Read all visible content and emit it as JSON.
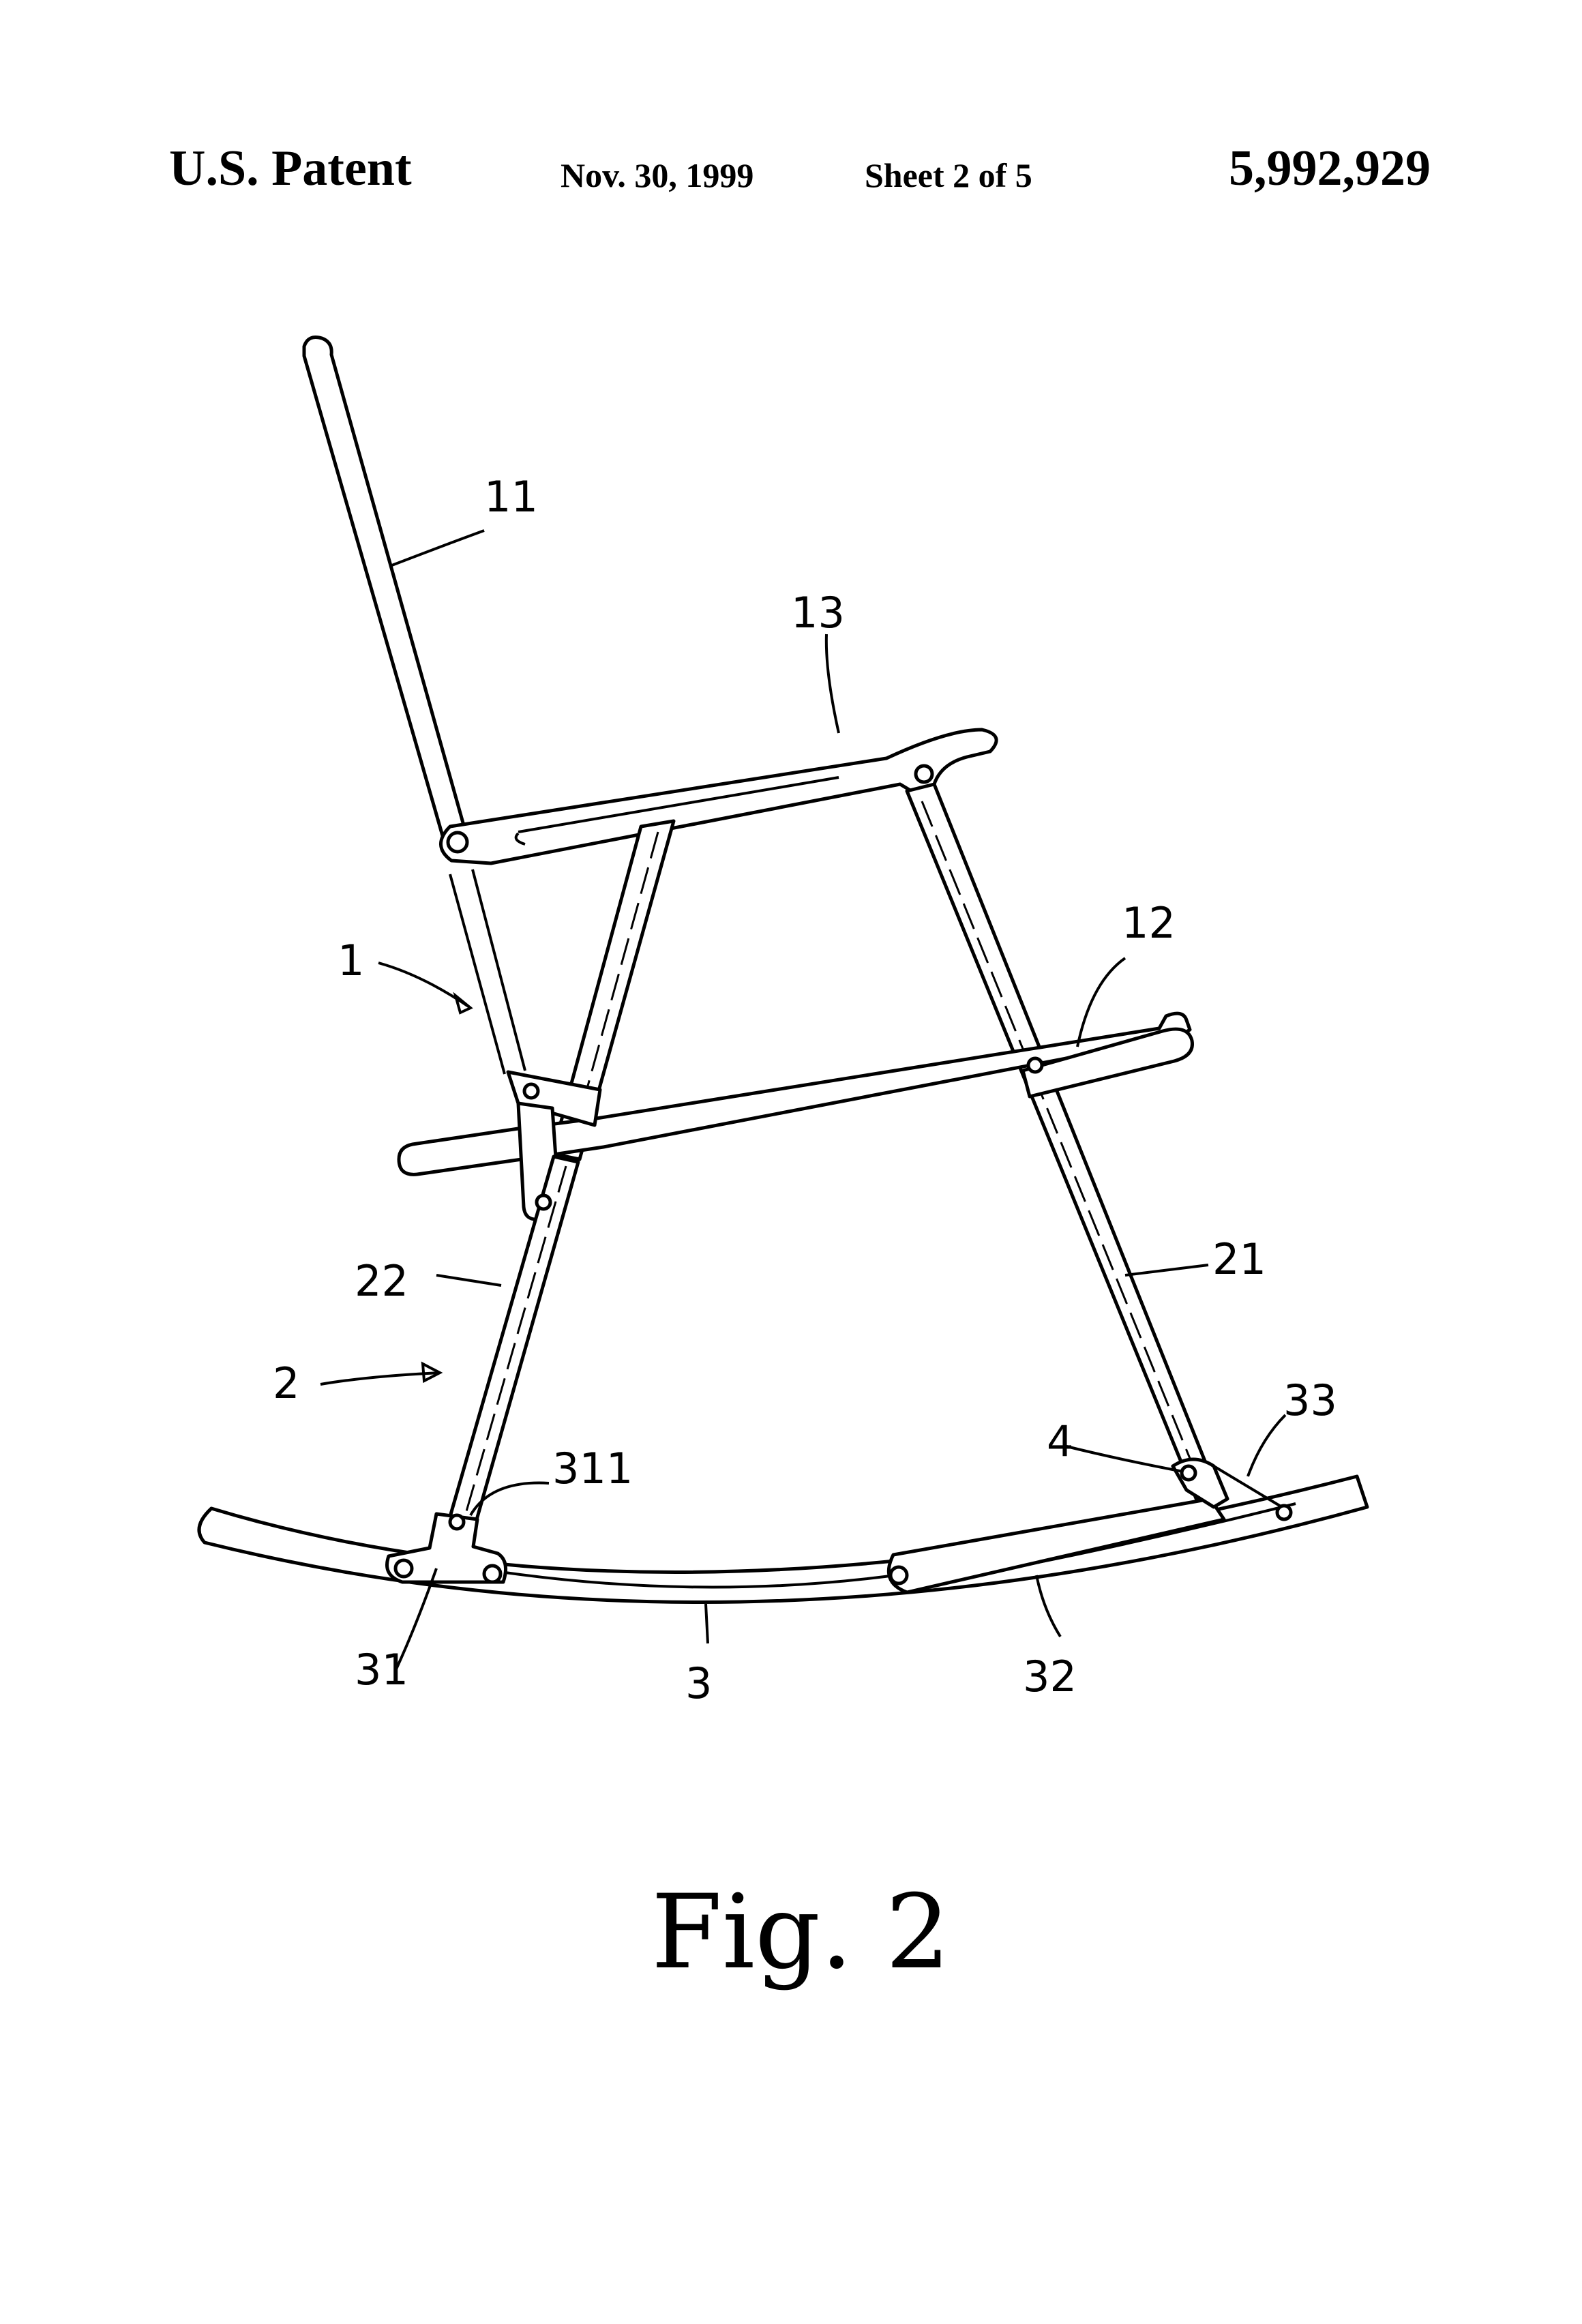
{
  "header": {
    "left": "U.S. Patent",
    "date": "Nov. 30, 1999",
    "sheet": "Sheet 2 of 5",
    "number": "5,992,929"
  },
  "figure": {
    "caption": "Fig. 2",
    "labels": {
      "l11": "11",
      "l13": "13",
      "l12": "12",
      "l1": "1",
      "l22": "22",
      "l2": "2",
      "l21": "21",
      "l33": "33",
      "l4": "4",
      "l311": "311",
      "l31": "31",
      "l3": "3",
      "l32": "32"
    }
  }
}
